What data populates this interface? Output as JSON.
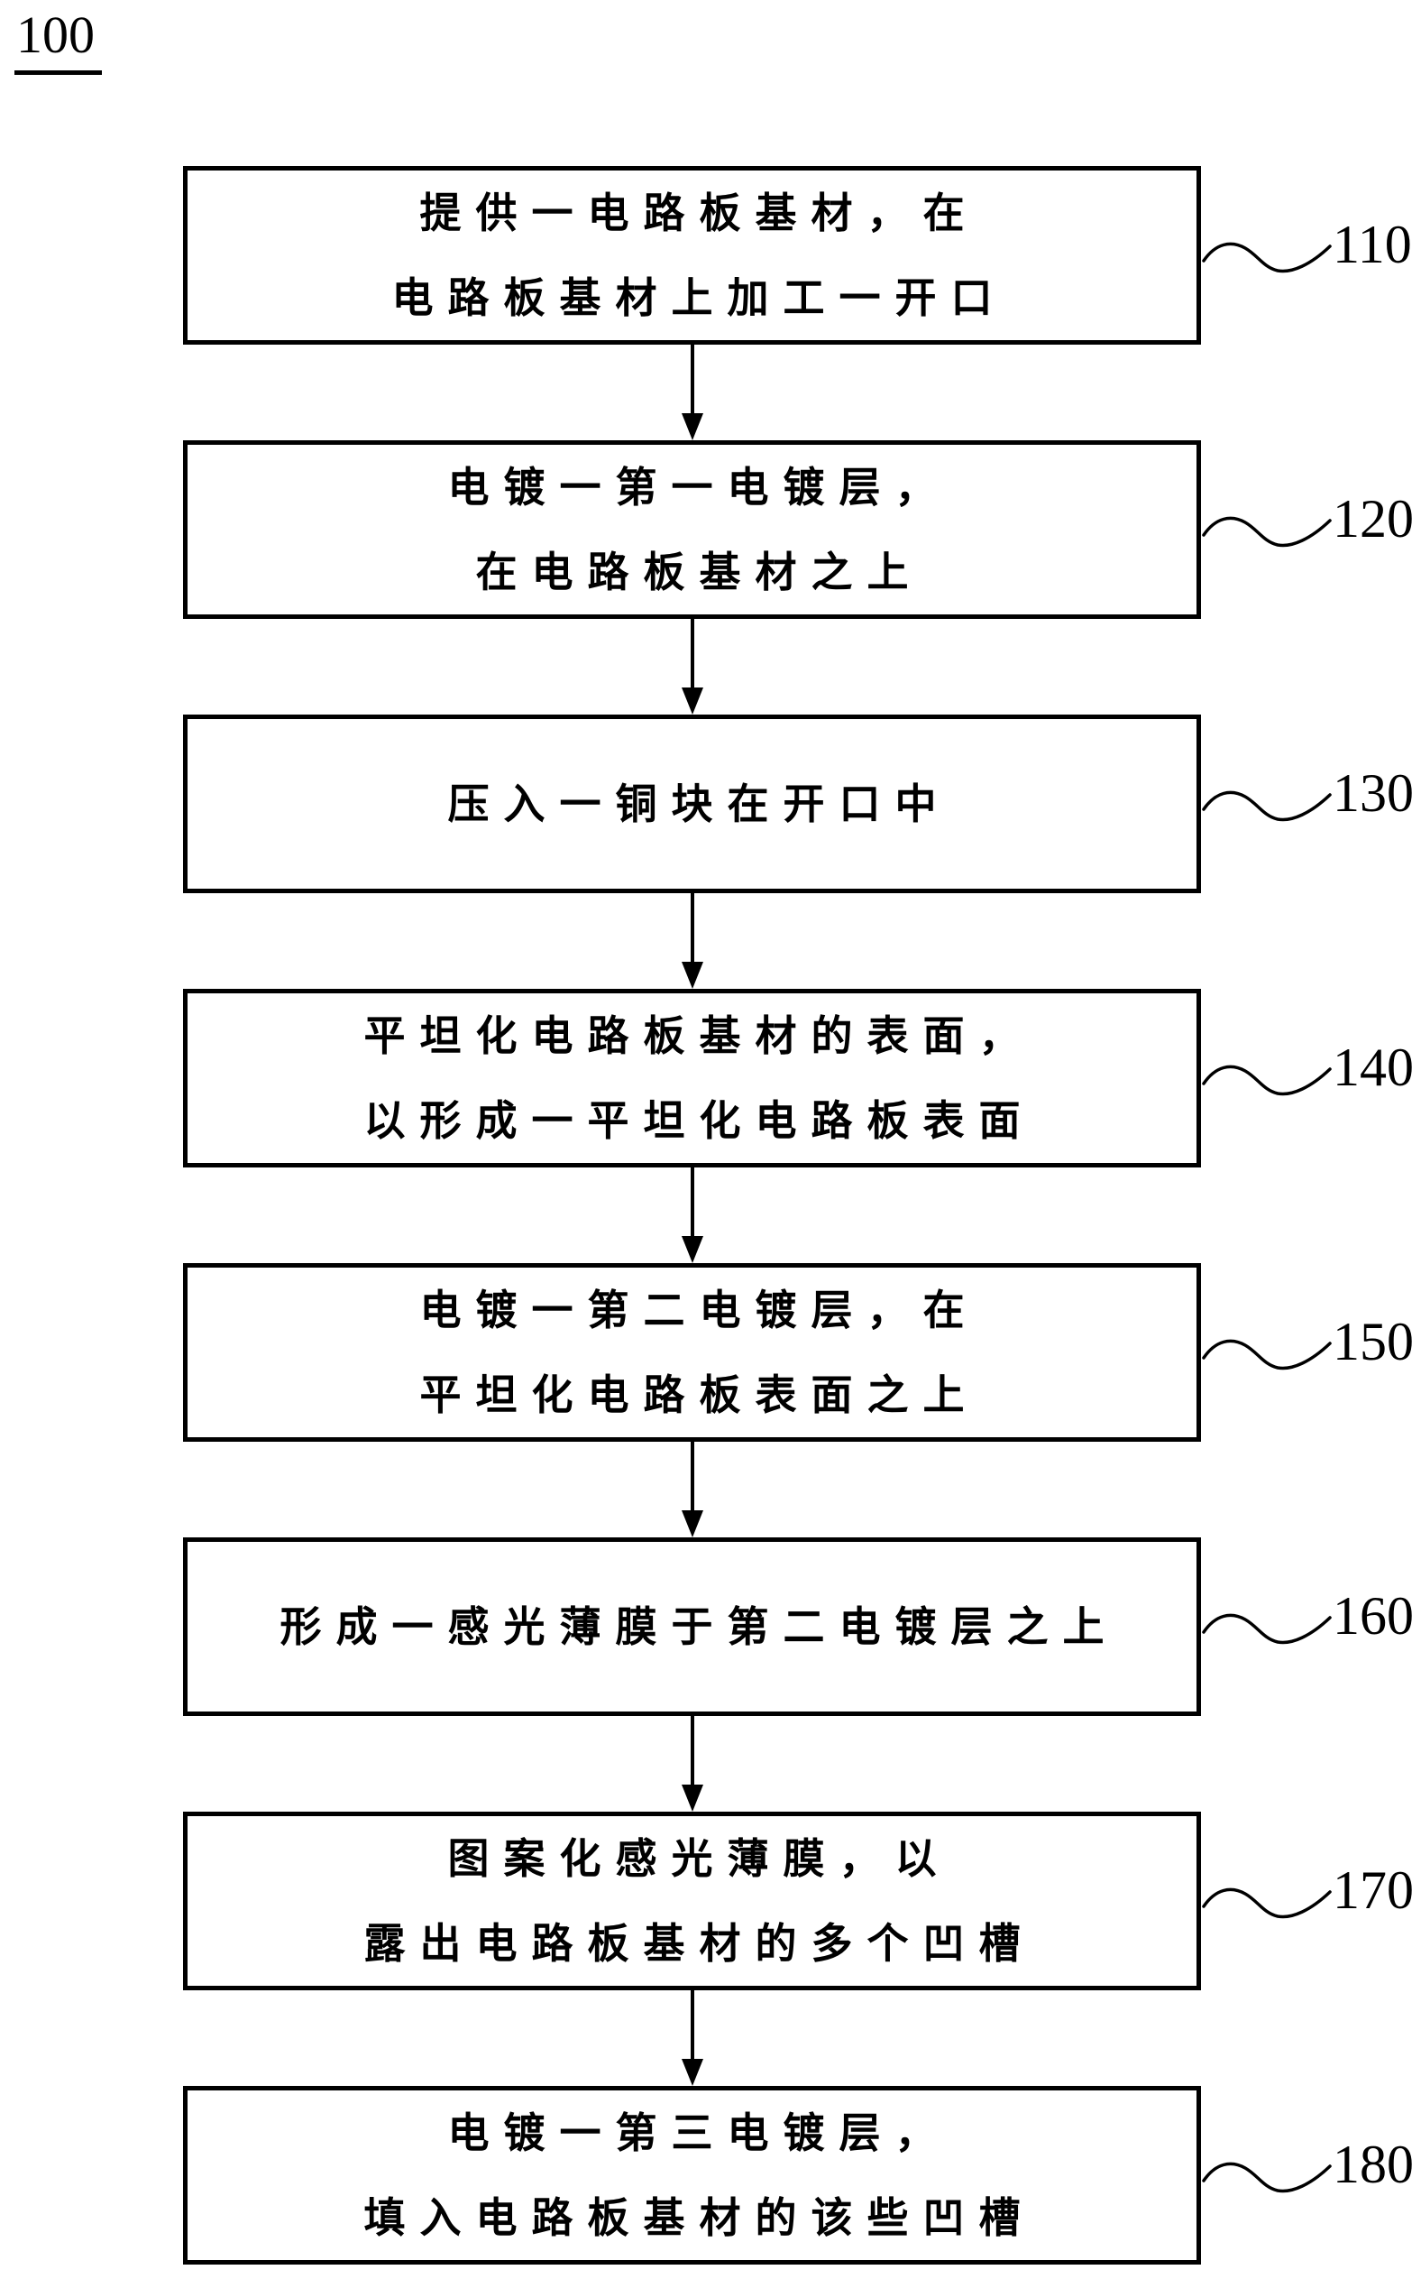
{
  "figure_label": "100",
  "steps": [
    {
      "ref": "110",
      "lines": [
        "提供一电路板基材，在",
        "电路板基材上加工一开口"
      ]
    },
    {
      "ref": "120",
      "lines": [
        "电镀一第一电镀层，",
        "在电路板基材之上"
      ]
    },
    {
      "ref": "130",
      "lines": [
        "压入一铜块在开口中"
      ]
    },
    {
      "ref": "140",
      "lines": [
        "平坦化电路板基材的表面，",
        "以形成一平坦化电路板表面"
      ]
    },
    {
      "ref": "150",
      "lines": [
        "电镀一第二电镀层，在",
        "平坦化电路板表面之上"
      ]
    },
    {
      "ref": "160",
      "lines": [
        "形成一感光薄膜于第二电镀层之上"
      ]
    },
    {
      "ref": "170",
      "lines": [
        "图案化感光薄膜，以",
        "露出电路板基材的多个凹槽"
      ]
    },
    {
      "ref": "180",
      "lines": [
        "电镀一第三电镀层，",
        "填入电路板基材的该些凹槽"
      ]
    }
  ],
  "colors": {
    "ink": "#000000",
    "background": "#ffffff"
  }
}
